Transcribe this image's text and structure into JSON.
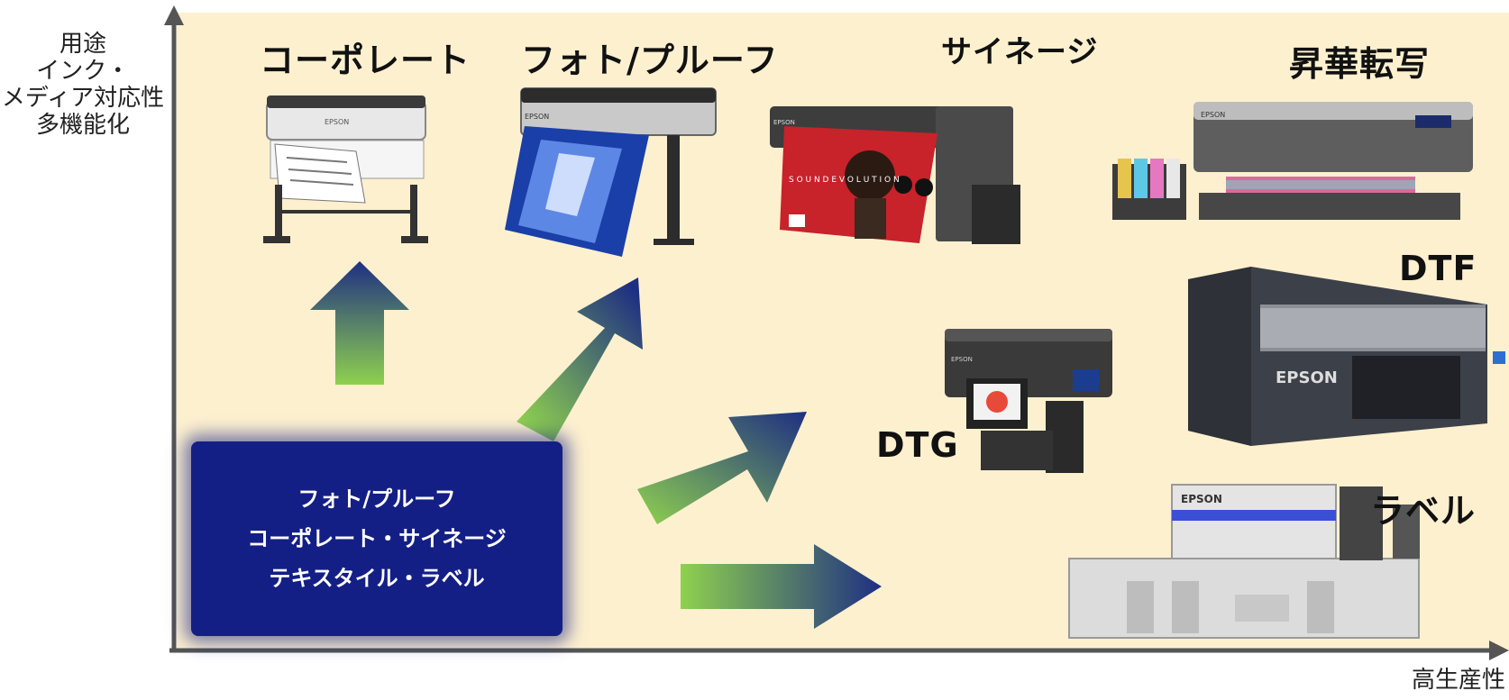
{
  "axes": {
    "y_label_lines": [
      "用途",
      "インク・",
      "メディア対応性",
      "多機能化"
    ],
    "x_label": "高生産性"
  },
  "categories": {
    "corporate": "コーポレート",
    "photo_proof": "フォト/プルーフ",
    "signage": "サイネージ",
    "sublimation": "昇華転写",
    "dtf": "DTF",
    "dtg": "DTG",
    "label": "ラベル"
  },
  "base_box": {
    "lines": [
      "フォト/プルーフ",
      "コーポレート・サイネージ",
      "テキスタイル・ラベル"
    ]
  },
  "printer_brand": "EPSON",
  "poster_text": "S O U N D   E V O L U T I O N",
  "colors": {
    "background": "#fdf0cf",
    "axis": "#555555",
    "box": "#141f86",
    "arrow_start": "#8fd14f",
    "arrow_end": "#1e2f82"
  }
}
